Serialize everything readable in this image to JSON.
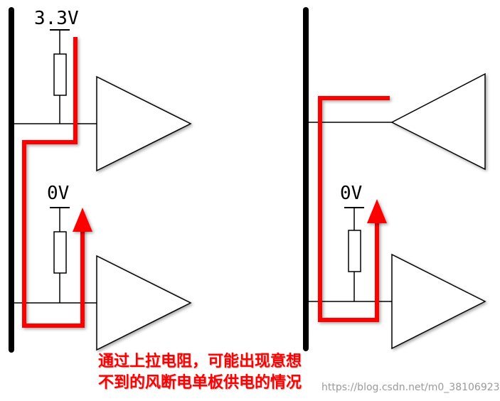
{
  "labels": {
    "v33": "3.3V",
    "ov_left": "0V",
    "ov_right": "0V"
  },
  "caption": {
    "line1": "通过上拉电阻，可能出现意想",
    "line2": "不到的风断电单板供电的情况"
  },
  "watermark": "https://blog.csdn.net/m0_38106923",
  "colors": {
    "wire": "#000000",
    "highlight": "#ff0000",
    "caption": "#ff0000"
  }
}
